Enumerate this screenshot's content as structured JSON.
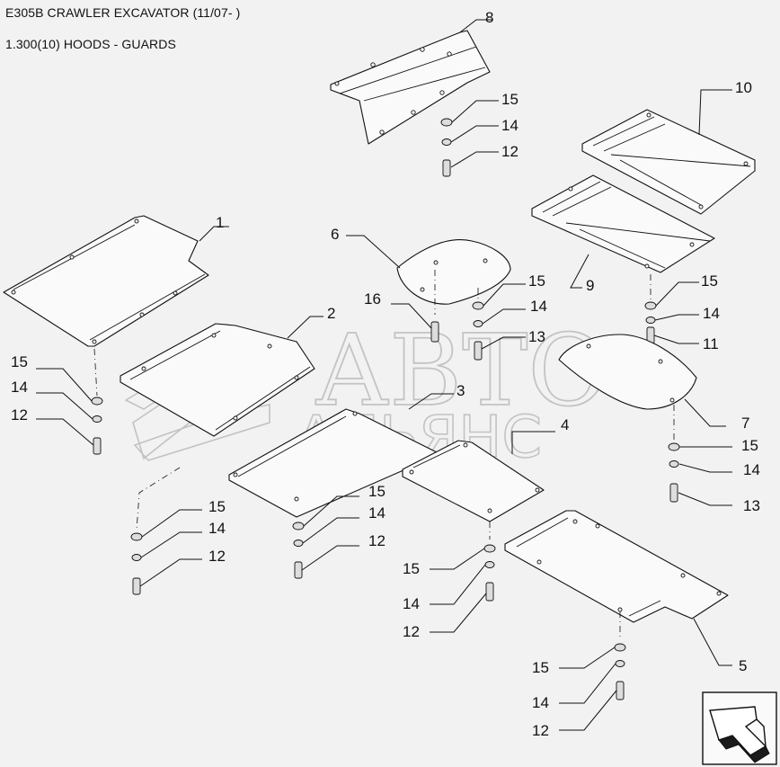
{
  "header": {
    "title": "E305B CRAWLER EXCAVATOR (11/07- )",
    "subtitle": "1.300(10) HOODS - GUARDS"
  },
  "watermark": {
    "line1": "АВТО",
    "line2": "АЛЬЯНС"
  },
  "callouts": {
    "c1": "1",
    "c2": "2",
    "c3": "3",
    "c4": "4",
    "c5": "5",
    "c6": "6",
    "c7": "7",
    "c8": "8",
    "c9": "9",
    "c10": "10",
    "c8_15": "15",
    "c8_14": "14",
    "c8_12": "12",
    "c1_15": "15",
    "c1_14": "14",
    "c1_12": "12",
    "c6_16": "16",
    "c6_15": "15",
    "c6_14": "14",
    "c6_13": "13",
    "c9_15": "15",
    "c9_14": "14",
    "c9_11": "11",
    "c7_15": "15",
    "c7_14": "14",
    "c7_13": "13",
    "cl_15": "15",
    "cl_14": "14",
    "cl_12": "12",
    "c3_15": "15",
    "c3_14": "14",
    "c3_12": "12",
    "c4_15": "15",
    "c4_14": "14",
    "c4_12": "12",
    "c5_15": "15",
    "c5_14": "14",
    "c5_12": "12"
  },
  "icons": [
    "next-page-arrow-icon"
  ]
}
